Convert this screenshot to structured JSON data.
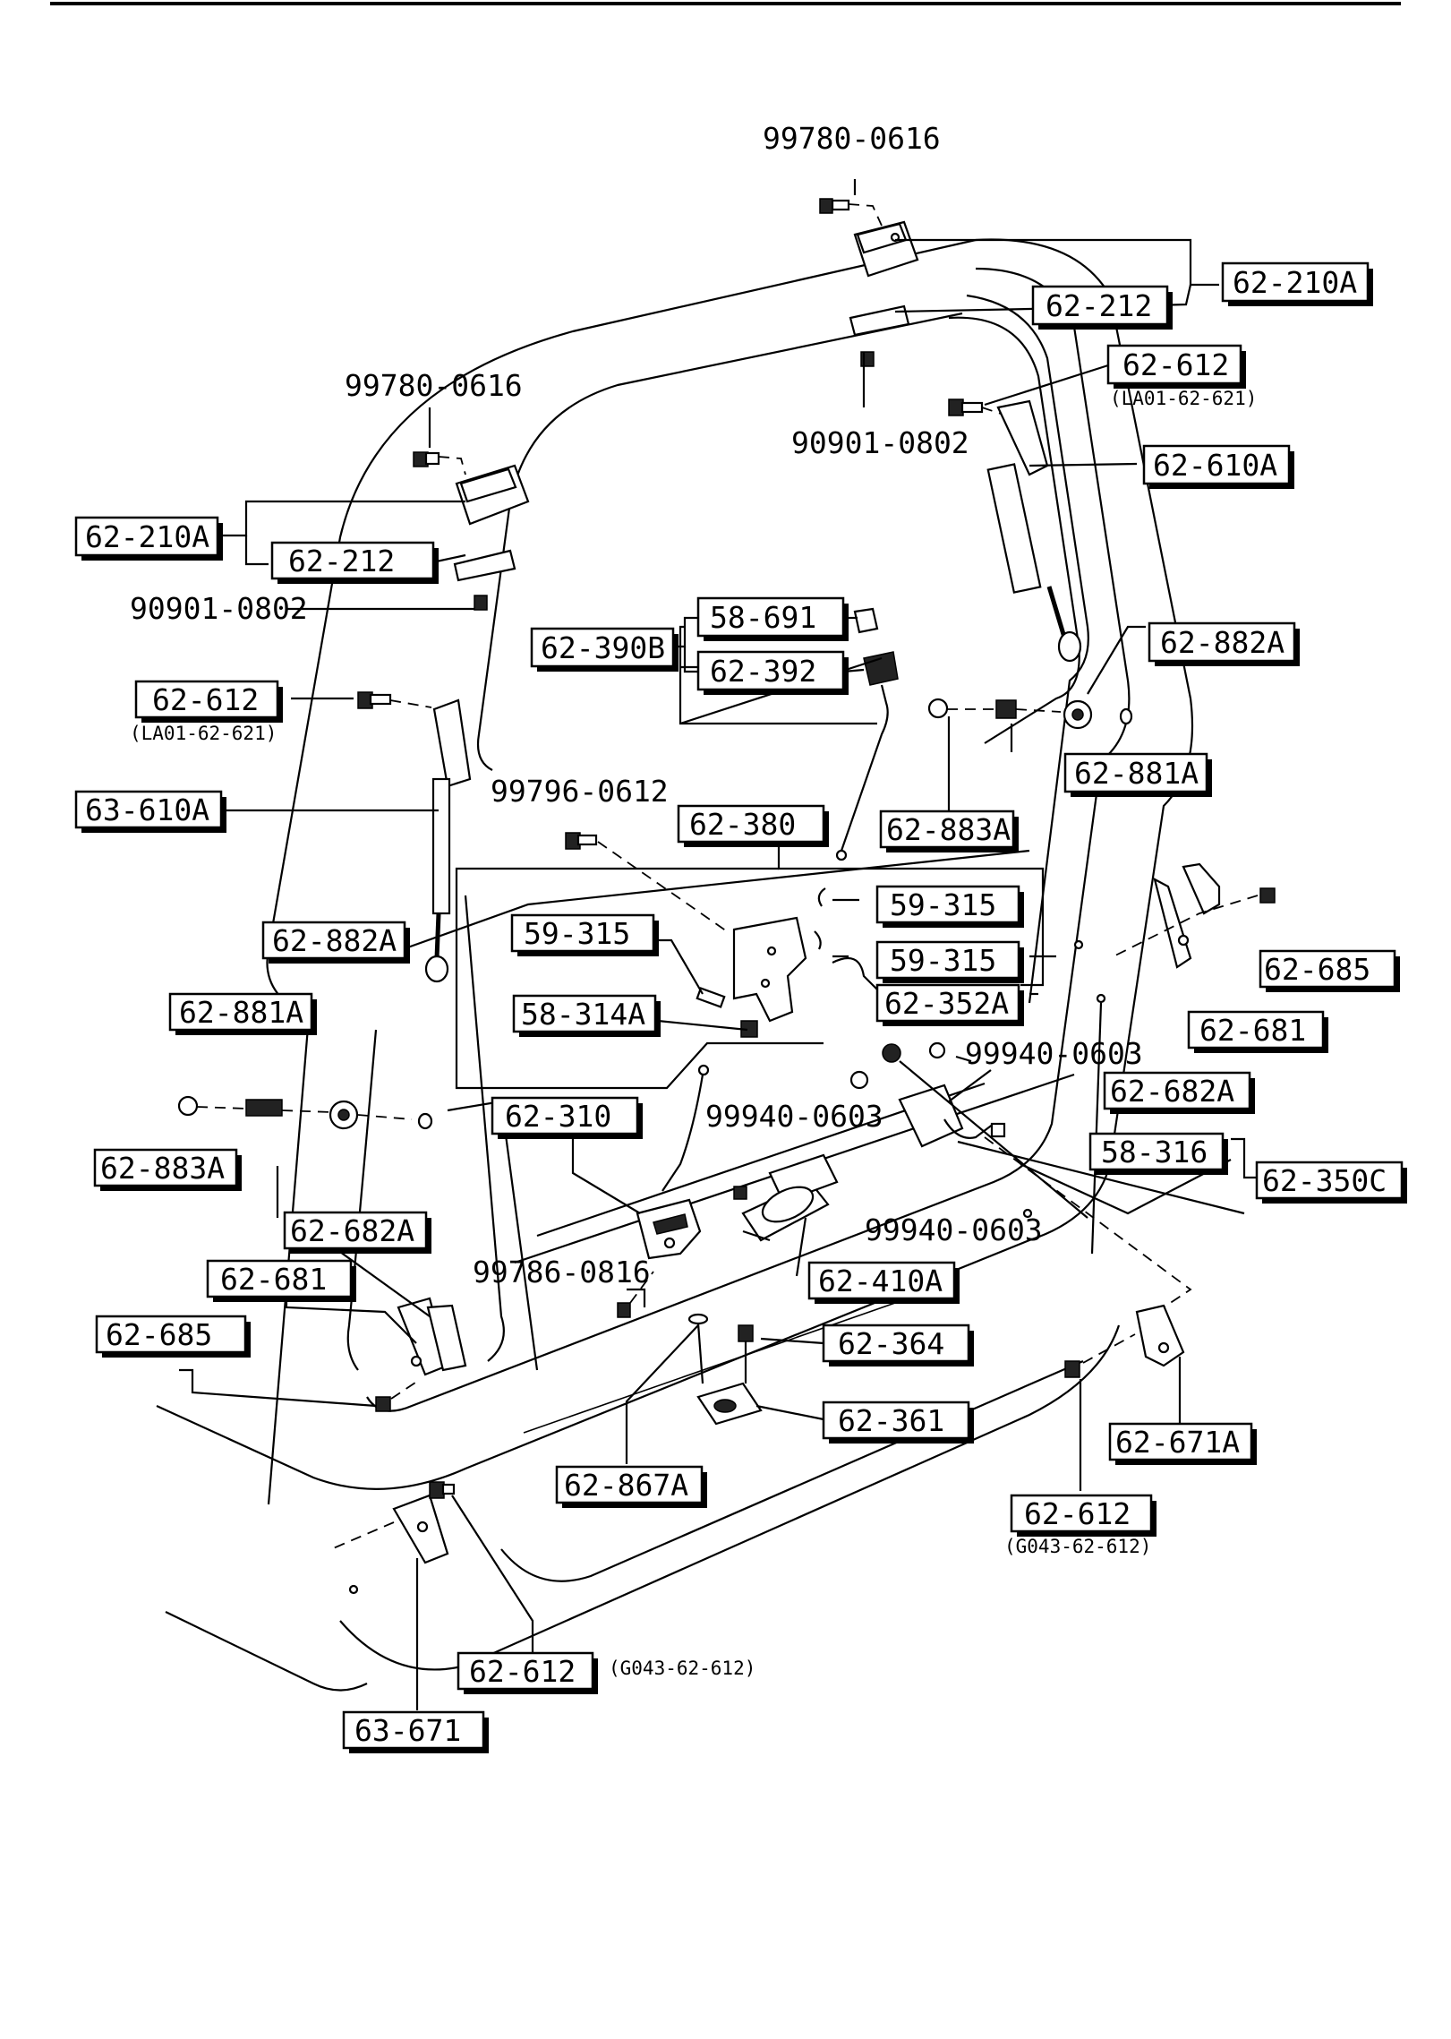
{
  "labels": {
    "hinge_bolt_r": "99780-0616",
    "hinge_r": "62-210A",
    "hinge_plate_r": "62-212",
    "stay_bolt_r": "62-612",
    "stay_bolt_r_alt": "(LA01-62-621)",
    "nut_r": "90901-0802",
    "gas_stay_r": "62-610A",
    "hinge_bolt_l": "99780-0616",
    "hinge_l": "62-210A",
    "hinge_plate_l": "62-212",
    "nut_l": "90901-0802",
    "stopper_seat_r": "62-882A",
    "latch_cable_set": "62-390B",
    "clip_58_691": "58-691",
    "knob_62_392": "62-392",
    "stay_bolt_l": "62-612",
    "stay_bolt_l_alt": "(LA01-62-621)",
    "stopper_r": "62-881A",
    "gas_stay_l": "63-610A",
    "bolt_99796": "99796-0612",
    "lock_assy": "62-380",
    "stopper_nut_r": "62-883A",
    "rod_clip_upper": "59-315",
    "rod_clip_left": "59-315",
    "rod_clip_mid": "59-315",
    "bushing": "58-314A",
    "rod_62_352A": "62-352A",
    "stopper_seat_l": "62-882A",
    "stopper_l": "62-881A",
    "bumper_r": "62-685",
    "striker_plate_r": "62-681",
    "nut_99940_upper": "99940-0603",
    "stopper_nut_l": "62-883A",
    "latch_62_310": "62-310",
    "bracket_62_682A_r": "62-682A",
    "nut_99940_mid": "99940-0603",
    "actuator_58_316": "58-316",
    "actuator_set": "62-350C",
    "nut_99940_lower": "99940-0603",
    "bracket_62_682A_l": "62-682A",
    "striker_plate_l": "62-681",
    "handle": "62-410A",
    "screw_99786": "99786-0816",
    "bumper_l": "62-685",
    "bolt_62_364": "62-364",
    "striker_62_361": "62-361",
    "guide_r": "62-671A",
    "bolt_62_612_g_r": "62-612",
    "bolt_62_612_g_r_alt": "(G043-62-612)",
    "pin_62_867A": "62-867A",
    "bolt_62_612_g_l": "62-612",
    "bolt_62_612_g_l_alt": "(G043-62-612)",
    "guide_l": "63-671"
  }
}
